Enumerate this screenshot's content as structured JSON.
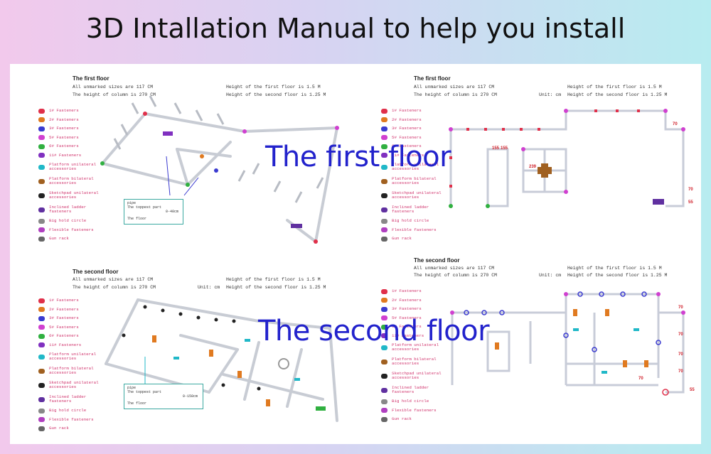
{
  "title": "3D Intallation Manual to help you install",
  "overlay": {
    "first": "The first floor",
    "second": "The second floor"
  },
  "panels": {
    "tl": {
      "heading": "The first floor",
      "unmarked": "All unmarked sizes are 117 CM",
      "column": "The height of column is 270 CM",
      "h1": "Height of the first floor is 1.5 M",
      "h2": "Height of the second floor is 1.25 M"
    },
    "tr": {
      "heading": "The first floor",
      "unmarked": "All unmarked sizes are 117 CM",
      "column": "The height of column is 270 CM",
      "unit": "Unit: cm",
      "h1": "Height of the first floor is 1.5 M",
      "h2": "Height of the second floor is 1.25 M"
    },
    "bl": {
      "heading": "The second floor",
      "unmarked": "All unmarked sizes are 117 CM",
      "column": "The height of column is 270 CM",
      "unit": "Unit: cm",
      "h1": "Height of the first floor is 1.5 M",
      "h2": "Height of the second floor is 1.25 M"
    },
    "br": {
      "heading": "The second floor",
      "unmarked": "All unmarked sizes are 117 CM",
      "column": "The height of column is 270 CM",
      "unit": "Unit: cm",
      "h1": "Height of the first floor is 1.5 M",
      "h2": "Height of the second floor is 1.25 M"
    }
  },
  "legend": [
    {
      "label": "1# Fasteners",
      "color": "#e0304a"
    },
    {
      "label": "2# Fasteners",
      "color": "#e07a20"
    },
    {
      "label": "3# Fasteners",
      "color": "#3a3ad0"
    },
    {
      "label": "5# Fasteners",
      "color": "#d040d0"
    },
    {
      "label": "6# Fasteners",
      "color": "#30b040"
    },
    {
      "label": "11# Fasteners",
      "color": "#8030c0"
    },
    {
      "label": "Platform unilateral accessories",
      "color": "#20b8c8"
    },
    {
      "label": "Platform bilateral accessories",
      "color": "#a06020"
    },
    {
      "label": "Sketchpad unilateral accessories",
      "color": "#222222"
    },
    {
      "label": "Inclined ladder fasteners",
      "color": "#6030a0"
    },
    {
      "label": "Big hold circle",
      "color": "#888888"
    },
    {
      "label": "Flexible fasteners",
      "color": "#b040c0"
    },
    {
      "label": "Gun rack",
      "color": "#666666"
    }
  ],
  "legend_tr_label_3": "3# Fasteners",
  "callout_top": {
    "l1": "pipe",
    "l2": "The toppest part",
    "l3": "The floor",
    "size": "0-40cm"
  },
  "callout_bottom": {
    "l1": "pipe",
    "l2": "The toppest part",
    "l3": "The floor",
    "size": "0-150cm"
  },
  "dims_tr": {
    "a": "155",
    "b": "155",
    "c": "239",
    "d": "70",
    "e": "70",
    "f": "55"
  },
  "dims_br": {
    "a": "70",
    "b": "70",
    "c": "70",
    "d": "70",
    "e": "70",
    "f": "55"
  }
}
